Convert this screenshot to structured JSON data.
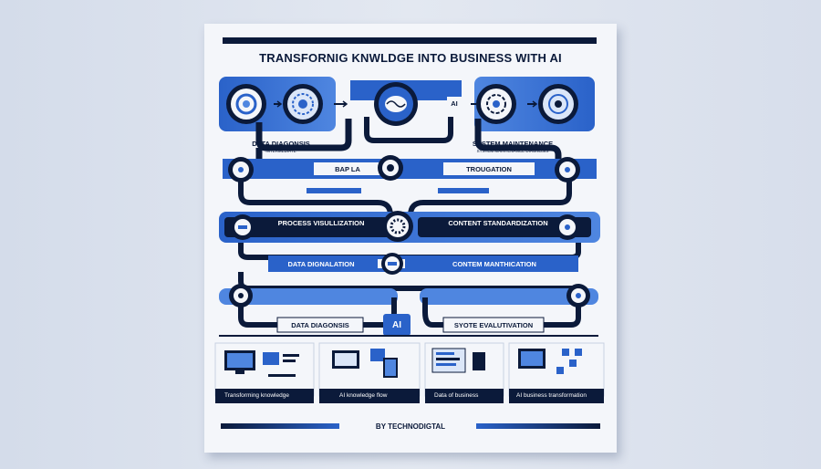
{
  "title": "TRANSFORNIG KNWLDGE INTO BUSINESS WITH AI",
  "labels": {
    "data_diagnosis_top": "DATA DIAGONSIS",
    "data_diagnosis_top_sub": "INTERMEDIATE",
    "system_maintenance": "SYSTEM MAINTENANCE",
    "system_maintenance_sub": "SYSTEM MAINTENANCE DIAGNOSIS",
    "ai_badge_top": "AI",
    "bap_la": "BAP LA",
    "trougation": "TROUGATION",
    "process_visualization": "PROCESS VISULLIZATION",
    "content_standardization": "CONTENT STANDARDIZATION",
    "data_digitalization": "DATA DIGNALATION",
    "content_maintenance": "CONTEM MANTHICATION",
    "data_diagnosis_bottom": "DATA DIAGONSIS",
    "ai_badge_bottom": "AI",
    "system_evaluation": "SYOTE EVALUTIVATION"
  },
  "panels": [
    {
      "caption": "Transforming knowledge"
    },
    {
      "caption": "AI knowledge flow"
    },
    {
      "caption": "Data of business"
    },
    {
      "caption": "AI business transformation"
    }
  ],
  "footer": "BY TECHNODIGTAL",
  "colors": {
    "navy": "#0b1a3a",
    "blue": "#2a62c9",
    "light_blue": "#4f86e0",
    "paper": "#f4f6fa"
  }
}
